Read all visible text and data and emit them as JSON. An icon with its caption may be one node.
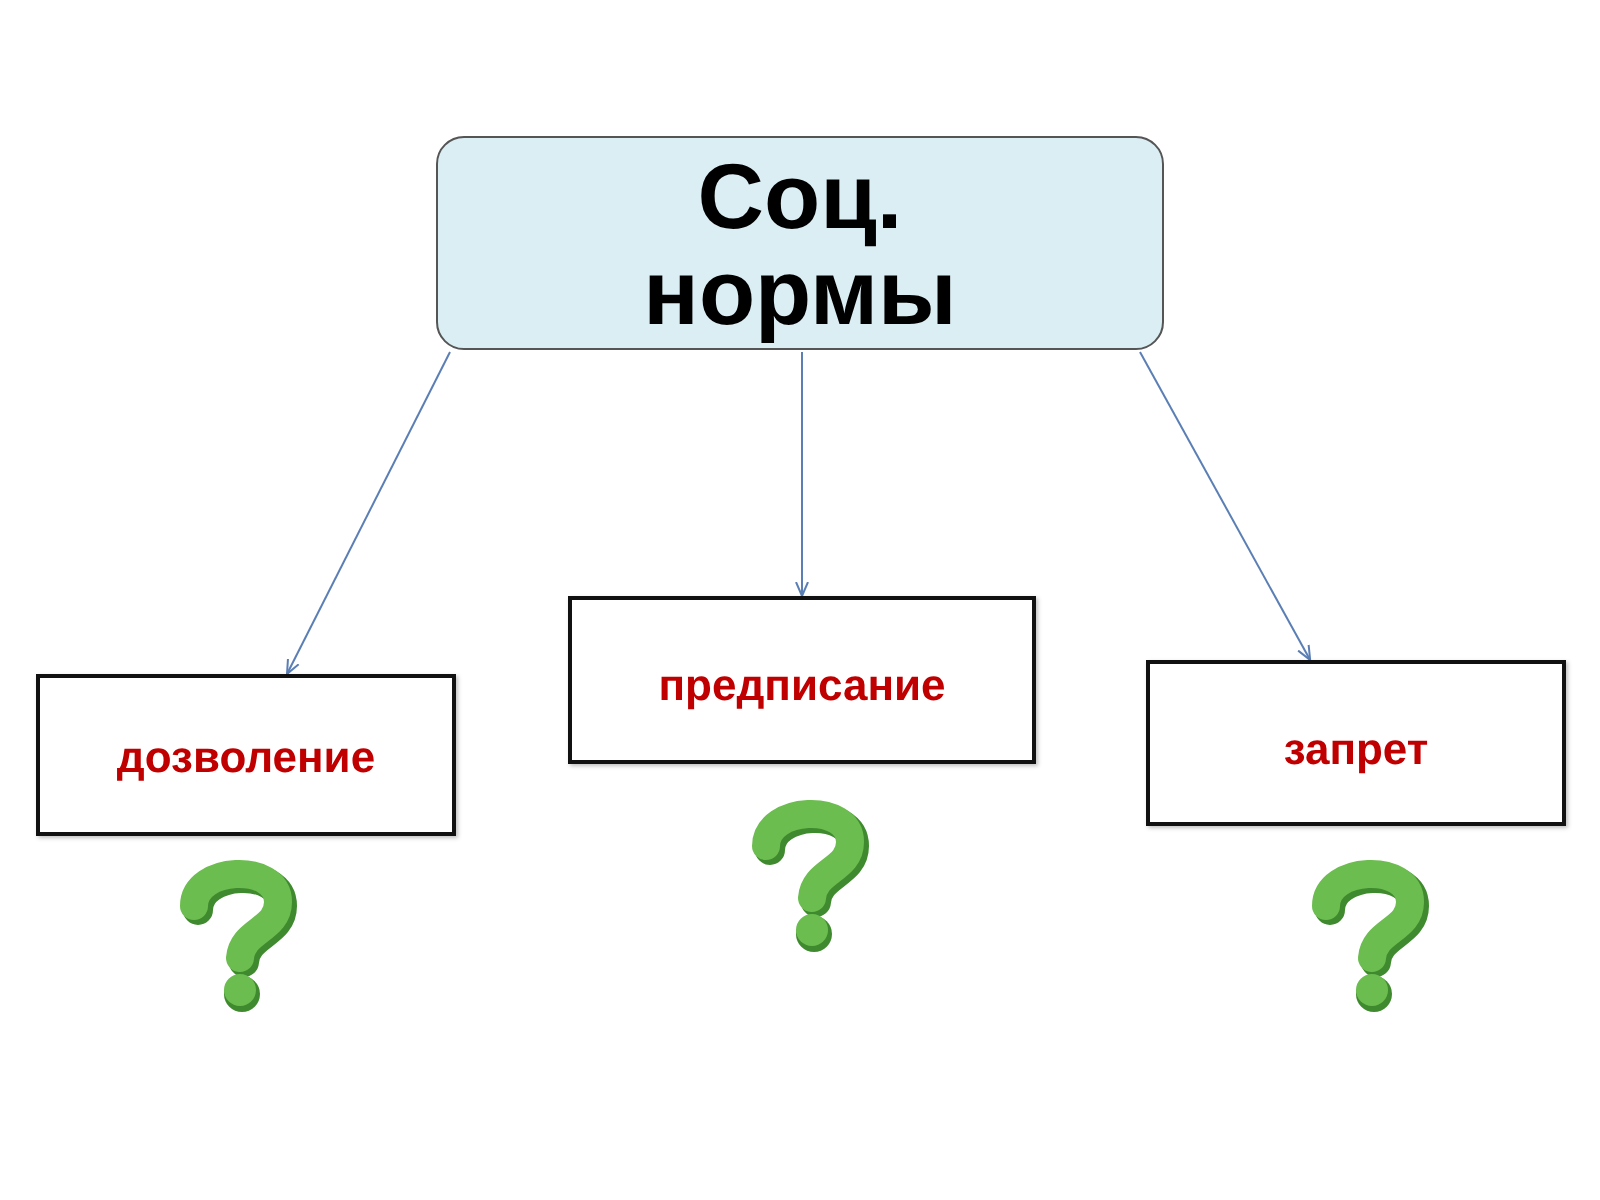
{
  "diagram": {
    "nodes": [
      {
        "text": [
          "Соц. нормы"
        ]
      },
      {
        "text": [
          "дозволение"
        ]
      },
      {
        "text": [
          "предписание"
        ]
      },
      {
        "text": [
          "запрет"
        ]
      }
    ],
    "edges": [
      {
        "from": 0,
        "to": 1,
        "arrow": "to"
      },
      {
        "from": 0,
        "to": 2,
        "arrow": "to"
      },
      {
        "from": 0,
        "to": 3,
        "arrow": "to"
      }
    ]
  }
}
